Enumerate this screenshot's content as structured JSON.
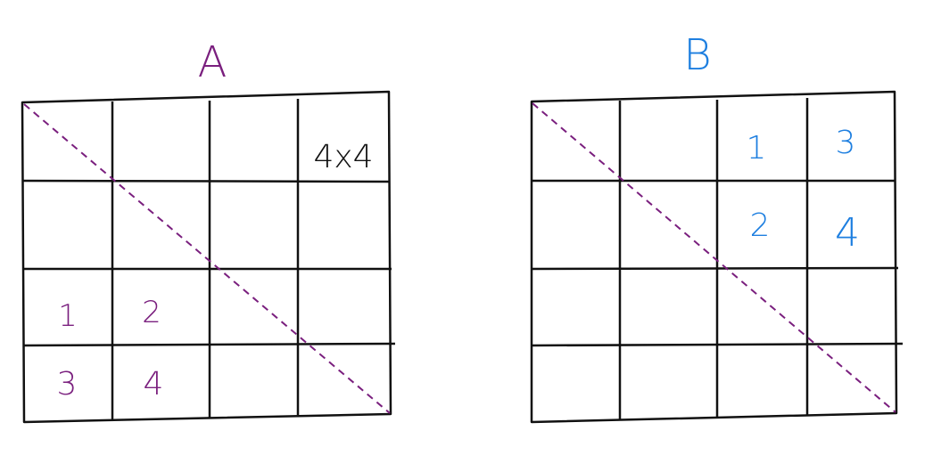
{
  "colors": {
    "ink": "#111111",
    "purple": "#7a1f7e",
    "blue": "#1e7fe0",
    "background": "#ffffff"
  },
  "grids": [
    {
      "id": "A",
      "title": "A",
      "title_color": "#7a1f7e",
      "size_label": "4x4",
      "rows": 4,
      "cols": 4,
      "diagonal": "main",
      "diagonal_color": "#7a1f7e",
      "cells": [
        {
          "row": 3,
          "col": 1,
          "text": "1",
          "color": "#7a1f7e"
        },
        {
          "row": 3,
          "col": 2,
          "text": "2",
          "color": "#7a1f7e"
        },
        {
          "row": 4,
          "col": 1,
          "text": "3",
          "color": "#7a1f7e"
        },
        {
          "row": 4,
          "col": 2,
          "text": "4",
          "color": "#7a1f7e"
        }
      ]
    },
    {
      "id": "B",
      "title": "B",
      "title_color": "#1e7fe0",
      "rows": 4,
      "cols": 4,
      "diagonal": "main",
      "diagonal_color": "#7a1f7e",
      "cells": [
        {
          "row": 1,
          "col": 3,
          "text": "1",
          "color": "#1e7fe0"
        },
        {
          "row": 1,
          "col": 4,
          "text": "3",
          "color": "#1e7fe0"
        },
        {
          "row": 2,
          "col": 3,
          "text": "2",
          "color": "#1e7fe0"
        },
        {
          "row": 2,
          "col": 4,
          "text": "4",
          "color": "#1e7fe0"
        }
      ]
    }
  ]
}
